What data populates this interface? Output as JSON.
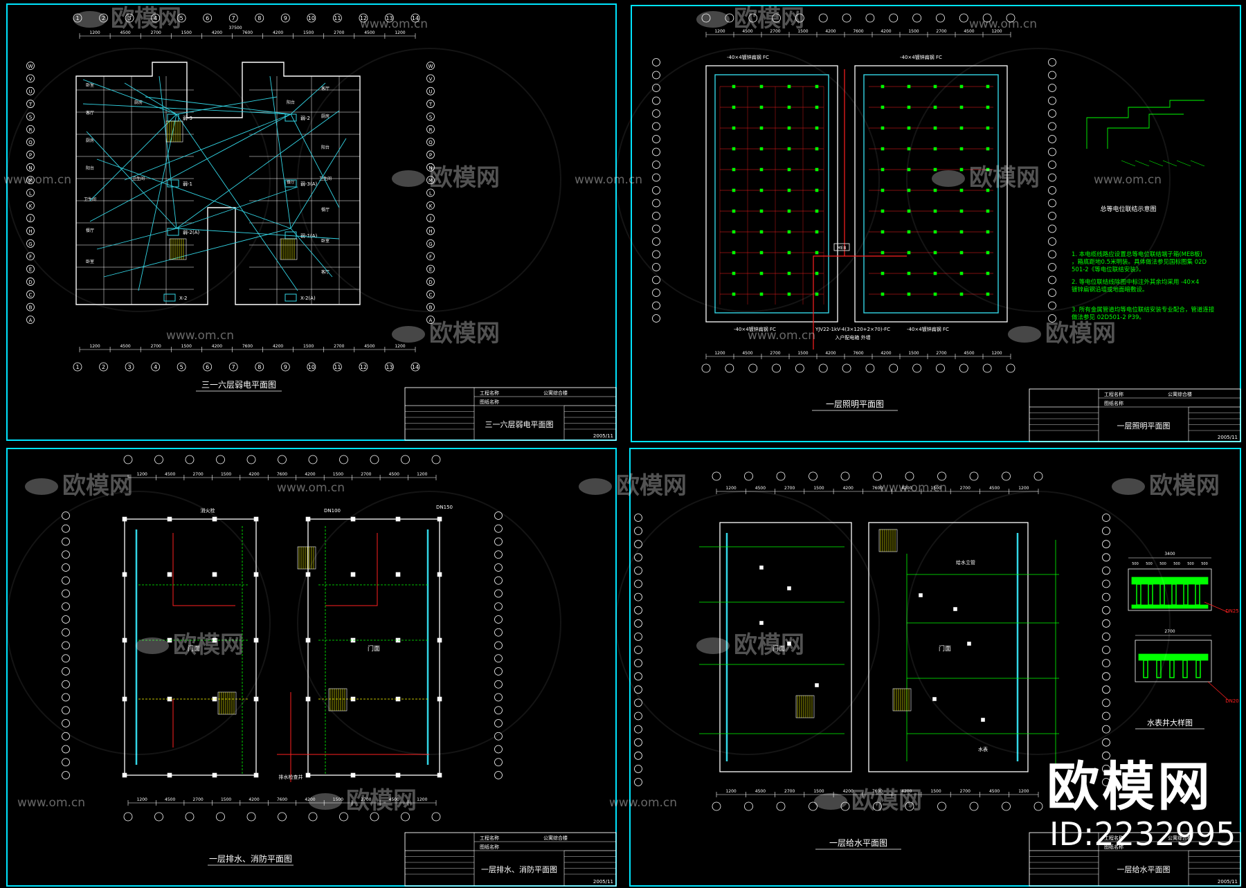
{
  "watermark": {
    "brand": "欧模网",
    "url": "www.om.cn",
    "id": "ID:2232995"
  },
  "colors": {
    "frame": "#00e5ff",
    "line": "#ffffff",
    "cyan": "#33d6e6",
    "green": "#00ff00",
    "red": "#ff2020",
    "yellow": "#ffff00"
  },
  "sheets": [
    {
      "id": "weak-current",
      "title": "三一六层弱电平面图",
      "title_block": {
        "project_label": "工程名称",
        "drawing_label": "图纸名称",
        "project_name": "公寓综合楼",
        "drawing_name": "三一六层弱电平面图",
        "date": "2005/11"
      },
      "axis_numbers": [
        "1",
        "2",
        "3",
        "4",
        "5",
        "6",
        "7",
        "8",
        "9",
        "10",
        "11",
        "12",
        "13",
        "14"
      ],
      "axis_letters": [
        "W",
        "V",
        "U",
        "T",
        "S",
        "R",
        "Q",
        "P",
        "N",
        "M",
        "L",
        "K",
        "J",
        "H",
        "G",
        "F",
        "E",
        "D",
        "C",
        "B",
        "A"
      ],
      "dims_top": [
        "1200",
        "4500",
        "2700",
        "1500",
        "4200",
        "7600",
        "4200",
        "1500",
        "2700",
        "4500",
        "1200"
      ],
      "total_dim": "37500",
      "rooms": [
        "卧室",
        "客厅",
        "厨房",
        "阳台",
        "卫生间",
        "餐厅"
      ],
      "labels": [
        "弱-3",
        "弱-2",
        "弱-1",
        "弱-3(A)",
        "弱-2(A)",
        "弱-1(A)",
        "X-2",
        "X-2(A)",
        "X-1"
      ]
    },
    {
      "id": "lighting",
      "title": "一层照明平面图",
      "title_block": {
        "project_label": "工程名称",
        "drawing_label": "图纸名称",
        "project_name": "公寓综合楼",
        "drawing_name": "一层照明平面图",
        "date": "2005/11"
      },
      "callouts": [
        "-40×4镀锌扁钢 FC",
        "YJV22-1kV-4(3×120+2×70)-FC",
        "入户配电箱 外墙",
        "MEB"
      ],
      "detail_title": "总等电位联结示意图",
      "notes": [
        "1. 本电缆线路应设置总等电位联结端子箱(MEB板)，箱底距地0.5米明装。具体做法参见国标图集 02D501-2《等电位联结安装》。",
        "2. 等电位联结线除图中标注外其余均采用 -40×4 镀锌扁钢沿墙或地面暗敷设。",
        "3. 所有金属管道均等电位联结安装专业配合，管道连接做法参见 02D501-2 P39。"
      ]
    },
    {
      "id": "drainage",
      "title": "一层排水、消防平面图",
      "title_block": {
        "project_label": "工程名称",
        "drawing_label": "图纸名称",
        "project_name": "公寓综合楼",
        "drawing_name": "一层排水、消防平面图",
        "date": "2005/11"
      },
      "labels": [
        "门面",
        "门面",
        "排水检查井",
        "消火栓",
        "DN100",
        "DN150"
      ]
    },
    {
      "id": "water-supply",
      "title": "一层给水平面图",
      "title_block": {
        "project_label": "工程名称",
        "drawing_label": "图纸名称",
        "project_name": "公寓综合楼",
        "drawing_name": "一层给水平面图",
        "date": "2005/11"
      },
      "detail_title": "水表井大样图",
      "detail_dims": [
        "3400",
        "500",
        "2700"
      ],
      "detail_labels": [
        "DN25",
        "DN20"
      ],
      "labels": [
        "门面",
        "给水立管",
        "水表"
      ]
    }
  ]
}
